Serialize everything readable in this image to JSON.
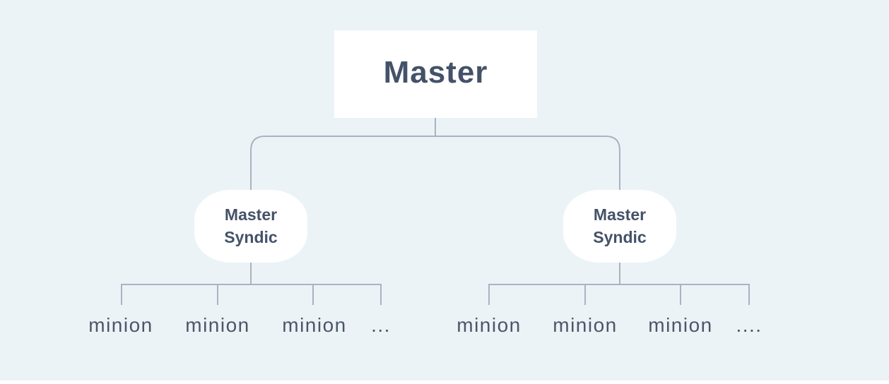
{
  "diagram": {
    "master": {
      "label": "Master"
    },
    "syndics": [
      {
        "label": "Master Syndic",
        "minions": [
          "minion",
          "minion",
          "minion",
          "..."
        ]
      },
      {
        "label": "Master Syndic",
        "minions": [
          "minion",
          "minion",
          "minion",
          "...."
        ]
      }
    ],
    "colors": {
      "background": "#ecf3f7",
      "node_fill": "#ffffff",
      "line": "#a9b3c1",
      "heading_text": "#445269",
      "minion_text": "#4b5668"
    }
  }
}
